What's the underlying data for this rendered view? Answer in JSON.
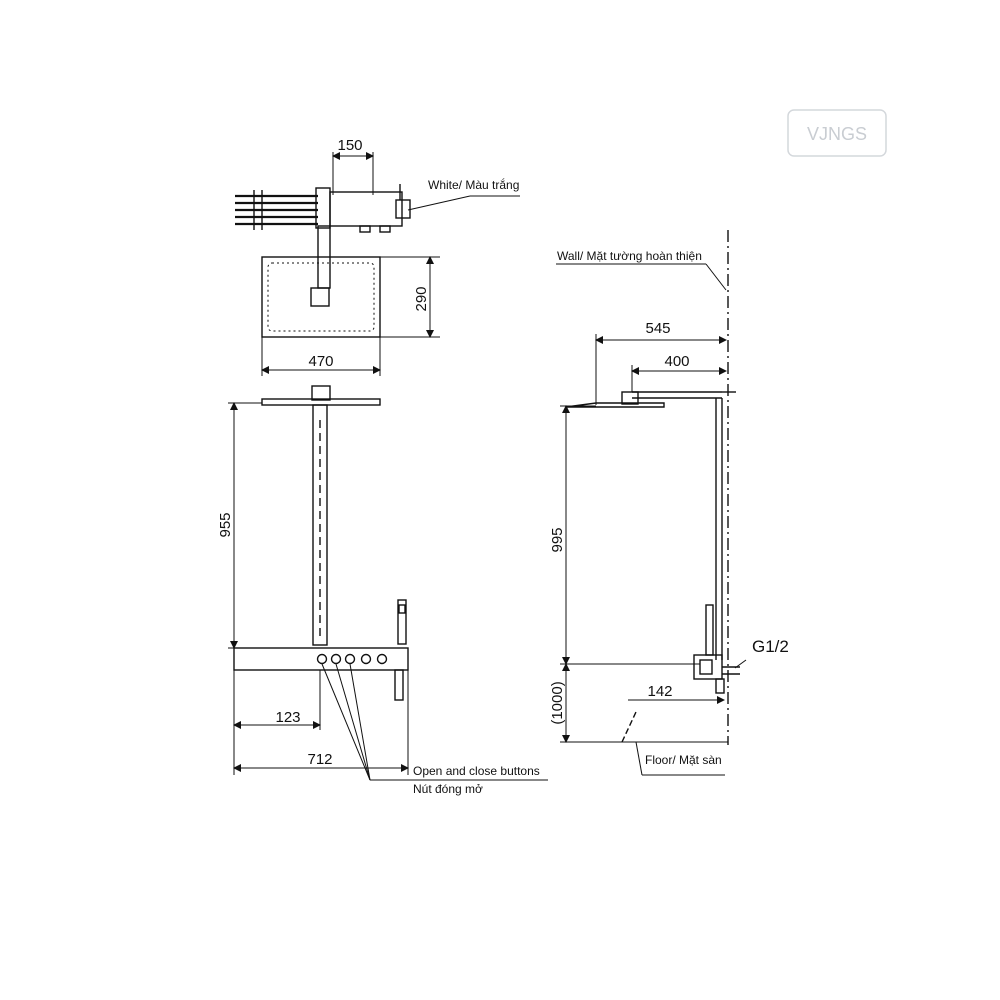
{
  "watermark": {
    "text": "VJNGS",
    "sub": ""
  },
  "top_view": {
    "dim_width": "150",
    "dim_height": "290",
    "dim_bottom": "470",
    "label_white": "White/ Màu trắng"
  },
  "front_view": {
    "dim_height": "955",
    "dim_offset": "123",
    "dim_width": "712",
    "label_buttons_en": "Open and close buttons",
    "label_buttons_vi": "Nút đóng mở"
  },
  "side_view": {
    "label_wall": "Wall/ Mặt tường hoàn thiện",
    "dim_545": "545",
    "dim_400": "400",
    "dim_995": "995",
    "dim_1000": "(1000)",
    "dim_142": "142",
    "label_thread": "G1/2",
    "label_floor": "Floor/ Mặt sàn"
  }
}
